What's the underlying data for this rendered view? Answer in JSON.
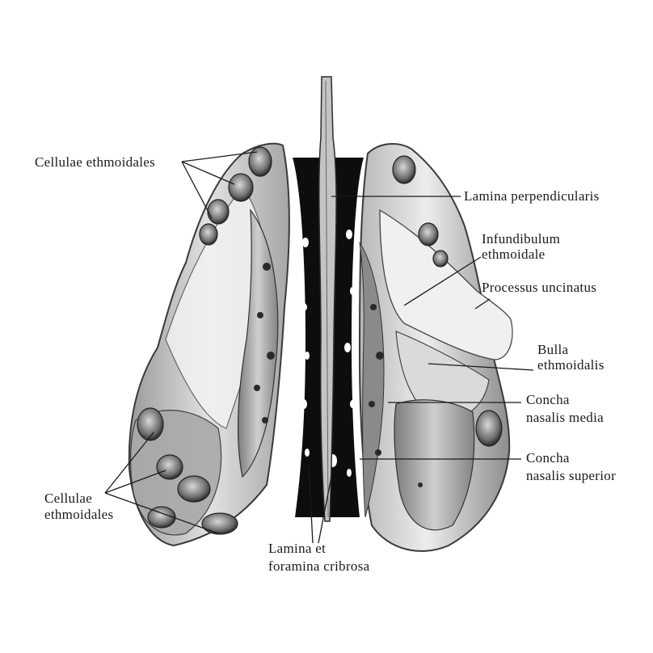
{
  "labels": {
    "cellulae_top": "Cellulae ethmoidales",
    "lamina_perpendicularis": "Lamina  perpendicularis",
    "infundibulum_1": "Infundibulum",
    "infundibulum_2": "ethmoidale",
    "processus_uncinatus": "Processus uncinatus",
    "bulla_1": "Bulla",
    "bulla_2": "ethmoidalis",
    "concha_media_1": "Concha",
    "concha_media_2": "nasalis media",
    "concha_superior_1": "Concha",
    "concha_superior_2": "nasalis superior",
    "cellulae_bottom_1": "Cellulae",
    "cellulae_bottom_2": "ethmoidales",
    "lamina_cribrosa_1": "Lamina et",
    "lamina_cribrosa_2": "foramina cribrosa"
  }
}
